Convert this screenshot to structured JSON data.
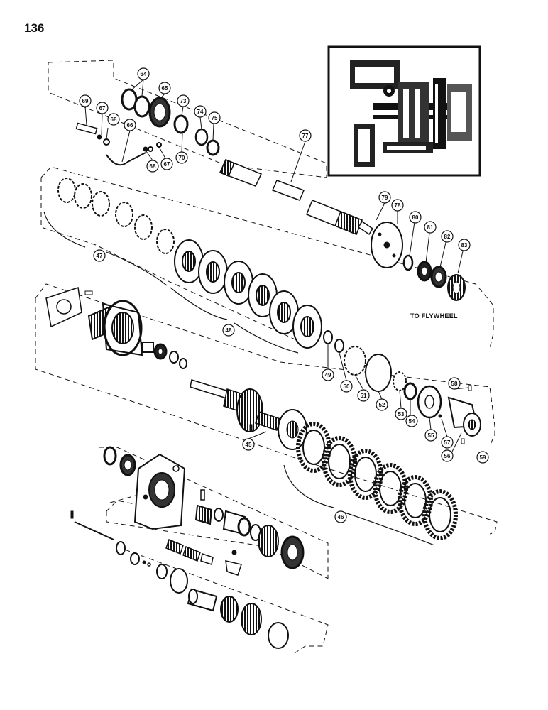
{
  "page_number": "136",
  "flywheel_label": "TO FLYWHEEL",
  "colors": {
    "ink": "#111111",
    "paper": "#ffffff"
  },
  "callouts": [
    "64",
    "65",
    "66",
    "67",
    "68",
    "69",
    "70",
    "73",
    "74",
    "75",
    "77",
    "78",
    "79",
    "80",
    "81",
    "82",
    "83",
    "47",
    "48",
    "49",
    "50",
    "51",
    "52",
    "53",
    "54",
    "55",
    "56",
    "57",
    "58",
    "59",
    "45",
    "46"
  ]
}
